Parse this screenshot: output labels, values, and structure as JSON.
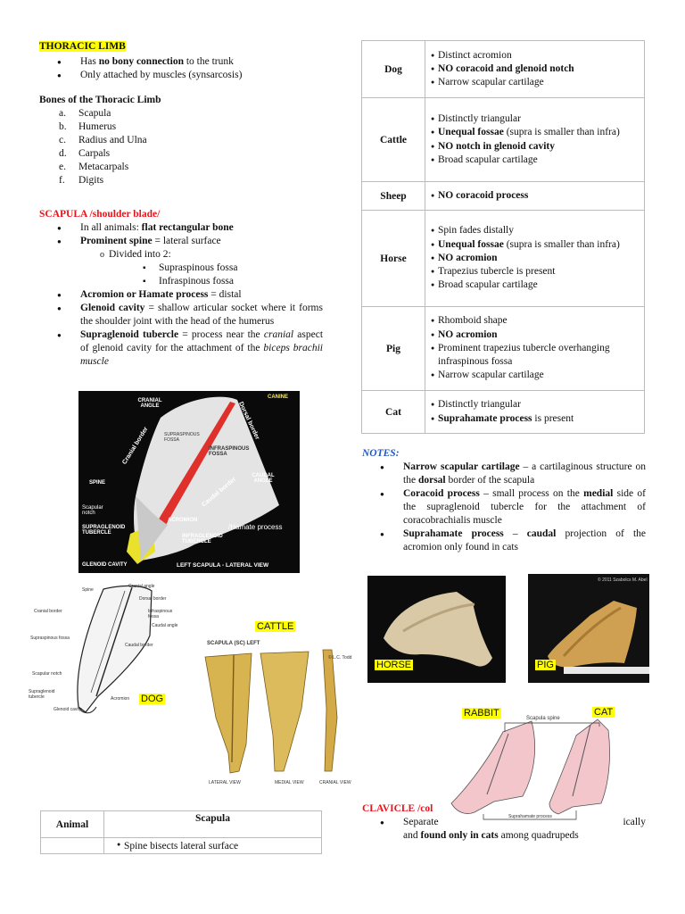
{
  "left": {
    "title": "THORACIC LIMB",
    "intro_bullets": [
      {
        "pre": "Has ",
        "bold": "no bony connection",
        "post": " to the trunk"
      },
      {
        "pre": "Only attached by muscles (synsarcosis)",
        "bold": "",
        "post": ""
      }
    ],
    "bones_heading": "Bones of the Thoracic Limb",
    "bones": [
      {
        "k": "a.",
        "v": "Scapula"
      },
      {
        "k": "b.",
        "v": "Humerus"
      },
      {
        "k": "c.",
        "v": "Radius and Ulna"
      },
      {
        "k": "d.",
        "v": "Carpals"
      },
      {
        "k": "e.",
        "v": "Metacarpals"
      },
      {
        "k": "f.",
        "v": "Digits"
      }
    ],
    "scapula_heading": "SCAPULA /shoulder blade/",
    "scapula": {
      "b1_pre": "In all animals: ",
      "b1_bold": "flat rectangular bone",
      "b2_bold": "Prominent spine",
      "b2_post": " = lateral surface",
      "divided": "Divided into 2:",
      "fossa1": "Supraspinous fossa",
      "fossa2": "Infraspinous fossa",
      "b3_bold": "Acromion or Hamate process",
      "b3_post": " = distal",
      "b4_bold": "Glenoid cavity",
      "b4_post": " = shallow articular socket where it forms the shoulder joint with the head of the humerus",
      "b5_bold": "Supraglenoid tubercle",
      "b5_mid": " = process near the ",
      "b5_it": "cranial",
      "b5_post": " aspect of glenoid cavity for the attachment of the ",
      "b5_it2": "biceps brachii muscle"
    },
    "canine_fig": {
      "canine": "CANINE",
      "cranial_angle": "CRANIAL ANGLE",
      "dorsal_border": "Dorsal border",
      "cranial_border": "Cranial border",
      "supraspinous": "SUPRASPINOUS FOSSA",
      "infraspinous": "INFRASPINOUS FOSSA",
      "spine": "SPINE",
      "caudal_angle": "CAUDAL ANGLE",
      "scapular_notch": "Scapular notch",
      "caudal_border": "Caudal border",
      "acromion": "ACROMION",
      "hamate": "/Hamate process",
      "supraglenoid": "SUPRAGLENOID TUBERCLE",
      "infraglenoid": "INFRAGLENOID TUBERCLE",
      "glenoid": "GLENOID CAVITY",
      "caption": "LEFT SCAPULA - LATERAL VIEW"
    },
    "dog_label": "DOG",
    "dog_fig": {
      "l1": "Cranial angle",
      "l2": "Spine",
      "l3": "Dorsal border",
      "l4": "Infraspinous fossa",
      "l5": "Cranial border",
      "l6": "Caudal angle",
      "l7": "Supraspinous fossa",
      "l8": "Caudal border",
      "l9": "Scapular notch",
      "l10": "Acromion",
      "l11": "Supraglenoid tubercle",
      "l12": "Glenoid cavity"
    },
    "cattle_label": "CATTLE",
    "cattle_fig": {
      "title": "SCAPULA (SC) LEFT",
      "lateral": "LATERAL VIEW",
      "medial": "MEDIAL VIEW",
      "cranial": "CRANIAL VIEW",
      "credit": "© L.C. Todd"
    },
    "bottom_table": {
      "h1": "Animal",
      "h2": "Scapula",
      "r1": "Spine bisects lateral surface"
    }
  },
  "right": {
    "table": [
      {
        "animal": "Dog",
        "items": [
          {
            "t": "Distinct acromion",
            "b": false
          },
          {
            "t": "NO coracoid and glenoid notch",
            "b": true
          },
          {
            "t": "Narrow scapular cartilage",
            "b": false
          }
        ]
      },
      {
        "animal": "Cattle",
        "items": [
          {
            "t": "Distinctly triangular",
            "b": false
          },
          {
            "t": "Unequal fossae",
            "b": true,
            "rest": " (supra is smaller than infra)"
          },
          {
            "t": "NO notch in glenoid cavity",
            "b": true
          },
          {
            "t": "Broad scapular cartilage",
            "b": false
          }
        ]
      },
      {
        "animal": "Sheep",
        "items": [
          {
            "t": "NO coracoid process",
            "b": true
          }
        ]
      },
      {
        "animal": "Horse",
        "items": [
          {
            "t": "Spin fades distally",
            "b": false
          },
          {
            "t": "Unequal fossae",
            "b": true,
            "rest": " (supra is smaller than infra)"
          },
          {
            "t": "NO acromion",
            "b": true
          },
          {
            "t": "Trapezius tubercle is present",
            "b": false
          },
          {
            "t": "Broad scapular cartilage",
            "b": false
          }
        ]
      },
      {
        "animal": "Pig",
        "items": [
          {
            "t": "Rhomboid shape",
            "b": false
          },
          {
            "t": "NO acromion",
            "b": true
          },
          {
            "t": "Prominent trapezius tubercle overhanging infraspinous fossa",
            "b": false
          },
          {
            "t": "Narrow scapular cartilage",
            "b": false
          }
        ]
      },
      {
        "animal": "Cat",
        "items": [
          {
            "t": "Distinctly triangular",
            "b": false
          },
          {
            "t": "Suprahamate process",
            "b": true,
            "rest": " is present"
          }
        ]
      }
    ],
    "notes_heading": "NOTES:",
    "notes": {
      "n1_bold": "Narrow scapular cartilage",
      "n1_a": " – a cartilaginous structure on the ",
      "n1_b": "dorsal",
      "n1_c": " border of the scapula",
      "n2_bold": "Coracoid process",
      "n2_a": " – small process on the ",
      "n2_b": "medial",
      "n2_c": " side of the supraglenoid tubercle for the attachment of coracobrachialis muscle",
      "n3_bold": "Suprahamate process",
      "n3_a": " – ",
      "n3_b": "caudal",
      "n3_c": " projection of the acromion only found in cats"
    },
    "horse_label": "HORSE",
    "pig_label": "PIG",
    "pig_credit": "© 2011 Szabolcs M. Abel",
    "rabbit_label": "RABBIT",
    "cat_label": "CAT",
    "scapula_spine_lbl": "Scapula spine",
    "suprahamate_lbl": "Suprahamate process",
    "clavicle_heading": "CLAVICLE /col",
    "clavicle": {
      "pre": "Separate",
      "tail": "ically",
      "line2_a": "and ",
      "line2_b": "found only in cats",
      "line2_c": " among quadrupeds"
    }
  },
  "colors": {
    "highlight": "#ffff00",
    "red": "#e8131b",
    "blue": "#1e56c8"
  }
}
